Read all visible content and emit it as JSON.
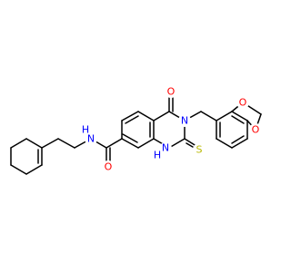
{
  "colors": {
    "background": "#ffffff",
    "bond": "#000000",
    "carbon": "#000000",
    "oxygen": "#ff0000",
    "nitrogen": "#0000ff",
    "sulfur": "#b8b800"
  },
  "atom_labels": {
    "ketone_o": "O",
    "n3": "N",
    "n1h": "N",
    "n1h_h": "H",
    "thione_s": "S",
    "amide_nh": "N",
    "amide_nh_h": "H",
    "amide_o": "O",
    "dioxole_o_top": "O",
    "dioxole_o_bottom": "O"
  }
}
